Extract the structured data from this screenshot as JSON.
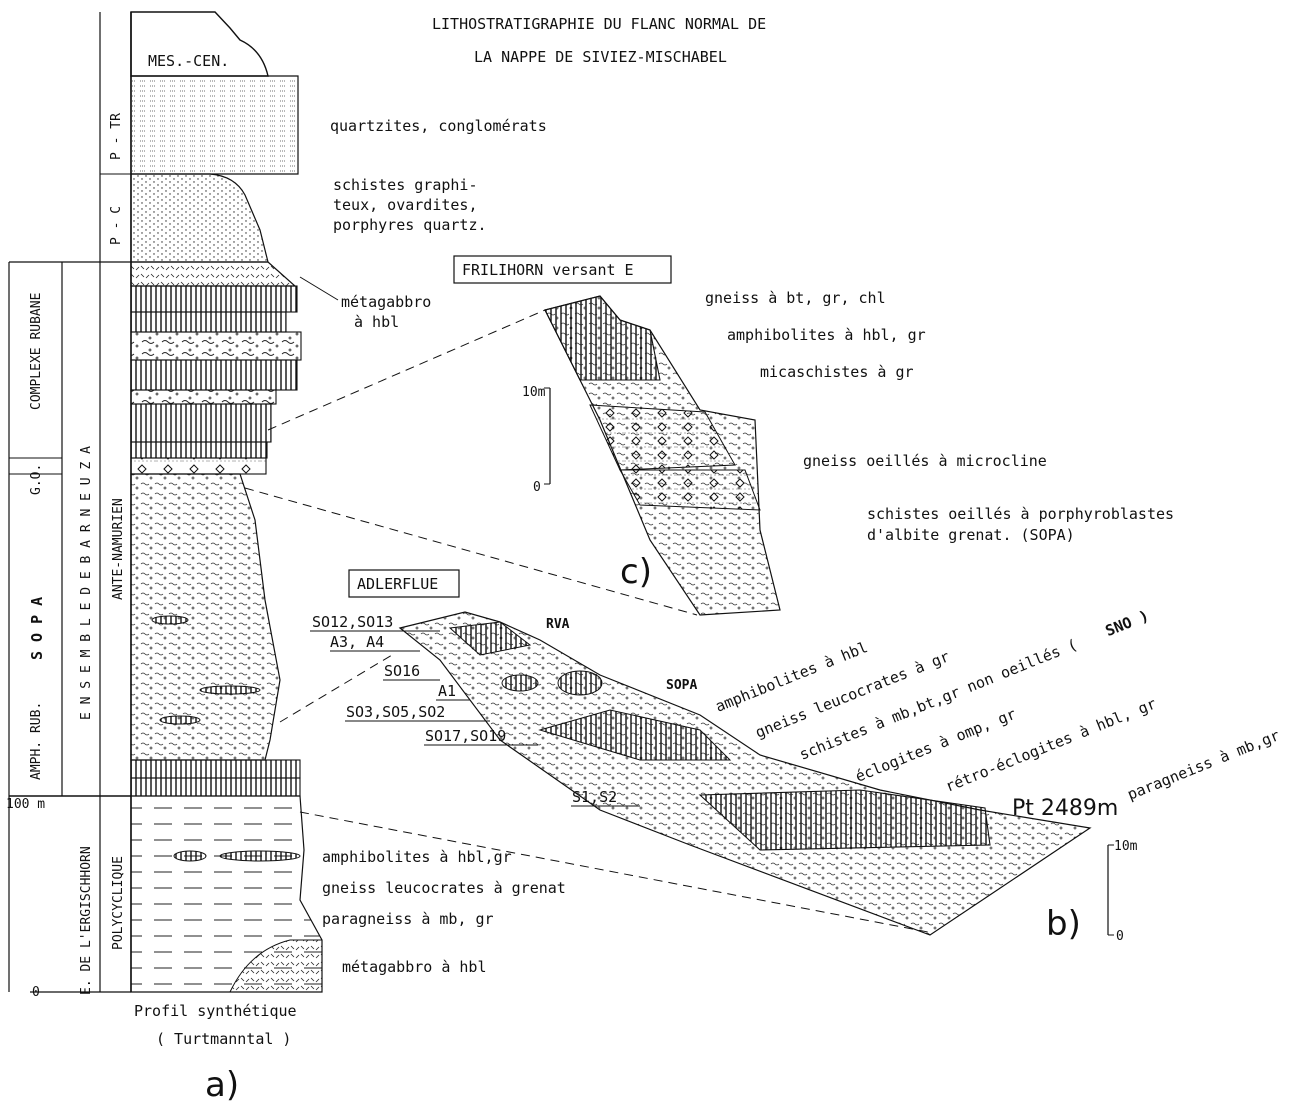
{
  "title": {
    "line1": "LITHOSTRATIGRAPHIE DU FLANC NORMAL DE",
    "line2": "LA NAPPE DE SIVIEZ-MISCHABEL"
  },
  "column_a": {
    "top_unit": "MES.-CEN.",
    "side_labels": {
      "p_tr": "P - TR",
      "p_c": "P - C",
      "complexe_rubane": "COMPLEXE RUBANE",
      "go": "G.O.",
      "sopa": "S O P A",
      "amph_rub": "AMPH. RUB.",
      "barneuza": "E N S E M B L E   D E   B A R N E U Z A",
      "ante_namurien": "ANTE-NAMURIEN",
      "polycyclique": "POLYCYCLIQUE",
      "ergischhorn": "E. DE L'ERGISCHHORN"
    },
    "scale_top": "100 m",
    "scale_zero": "0",
    "caption_line1": "Profil synthétique",
    "caption_line2": "( Turtmanntal )",
    "panel_letter": "a)",
    "lithologies": {
      "quartzites": "quartzites, conglomérats",
      "schistes_1": "schistes graphi-",
      "schistes_2": "teux, ovardites,",
      "schistes_3": "porphyres quartz.",
      "metagabbro_1": "métagabbro",
      "metagabbro_2": "à hbl",
      "amphibolites": "amphibolites à hbl,gr",
      "gneiss_leuco": "gneiss leucocrates à grenat",
      "paragneiss": "paragneiss à mb, gr",
      "metagabbro_base": "métagabbro à hbl"
    }
  },
  "panel_c": {
    "title": "FRILIHORN versant E",
    "scale_top": "10m",
    "scale_zero": "0",
    "panel_letter": "c)",
    "lithologies": {
      "gneiss_bt": "gneiss à bt, gr, chl",
      "amphibolites": "amphibolites à hbl, gr",
      "micaschistes": "micaschistes à gr",
      "gneiss_oeilles": "gneiss oeillés à microcline",
      "schistes_1": "schistes oeillés à porphyroblastes",
      "schistes_2": "d'albite grenat. (SOPA)"
    }
  },
  "panel_b": {
    "title": "ADLERFLUE",
    "samples": [
      "SO12,SO13",
      "A3, A4",
      "SO16",
      "A1",
      "SO3,SO5,SO2",
      "SO17,SO19",
      "S1,S2"
    ],
    "unit_rva": "RVA",
    "unit_sopa": "SOPA",
    "unit_sno": "SNO )",
    "location": "Pt 2489m",
    "scale_top": "10m",
    "scale_zero": "0",
    "panel_letter": "b)",
    "lithologies": {
      "amphibolites": "amphibolites à hbl",
      "gneiss_leuco": "gneiss leucocrates à gr",
      "schistes": "schistes à mb,bt,gr non oeillés (",
      "eclogites": "éclogites à omp, gr",
      "retro": "rétro-éclogites à hbl, gr",
      "paragneiss": "paragneiss à mb,gr"
    }
  }
}
